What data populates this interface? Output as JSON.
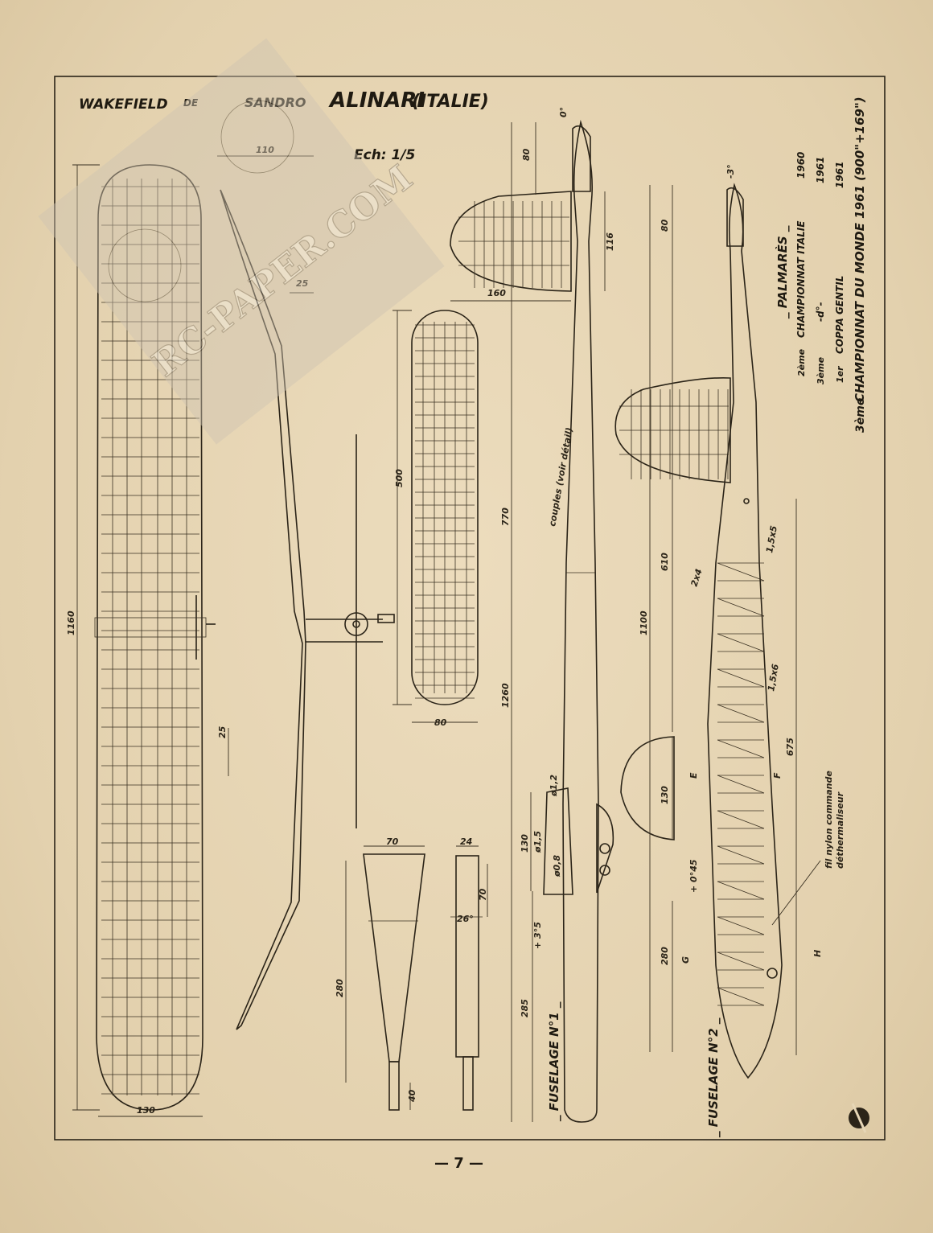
{
  "title": {
    "prefix": "WAKEFIELD",
    "de": "DE",
    "author": "SANDRO",
    "name": "ALINARI",
    "country": "(ITALIE)",
    "scale": "Ech: 1/5"
  },
  "watermark": {
    "text": "RC-PAPER.COM"
  },
  "palmares": {
    "heading": "_ PALMARÈS _",
    "lines": [
      {
        "rank": "2ème",
        "event": "CHAMPIONNAT ITALIE",
        "year": "1960"
      },
      {
        "rank": "3ème",
        "event": "-d°-",
        "year": "1961"
      },
      {
        "rank": "1er",
        "event": "COPPA GENTIL",
        "year": "1961"
      },
      {
        "rank": "3ème",
        "event": "CHAMPIONNAT DU MONDE 1961 (900\"+169\")",
        "year": ""
      }
    ]
  },
  "dimensions": {
    "wing_span": "1160",
    "wing_tip_chord": "110",
    "wing_root_chord": "130",
    "wing_spar_gap": "25",
    "dihedral_offset": "25",
    "stab_span": "500",
    "stab_chord": "80",
    "stab_side_width": "160",
    "stab_height": "116",
    "nose_len": "80",
    "fuselage_mid": "770",
    "fuselage_total": "1260",
    "fuselage_tail": "285",
    "pylon_h": "130",
    "diam_12": "ø1,2",
    "diam_15": "ø1,5",
    "diam_08": "ø0,8",
    "inc_35": "+ 3°5",
    "prop_blade_w": "70",
    "prop_len": "280",
    "prop_hub": "40",
    "prop_side_w": "24",
    "prop_side_h": "70",
    "prop_pitch_ang": "26°",
    "f2_nose": "80",
    "f2_front": "610",
    "f2_total": "1100",
    "f2_pylon": "130",
    "f2_tail": "280",
    "f2_rear": "675",
    "stringer_a": "2x4",
    "stringer_b": "1,5x5",
    "stringer_c": "1,5x6",
    "inc_045": "+ 0°45",
    "angle_0": "0°",
    "angle_m3": "-3°"
  },
  "labels": {
    "couples": "couples (voir détail)",
    "fuselage1": "_ FUSELAGE N°1 _",
    "fuselage2": "_ FUSELAGE N°2 _",
    "nylon1": "fil nylon commande",
    "nylon2": "déthermaliseur",
    "sec_e": "E",
    "sec_f": "F",
    "sec_g": "G",
    "sec_h": "H"
  },
  "page_number": "— 7 —"
}
